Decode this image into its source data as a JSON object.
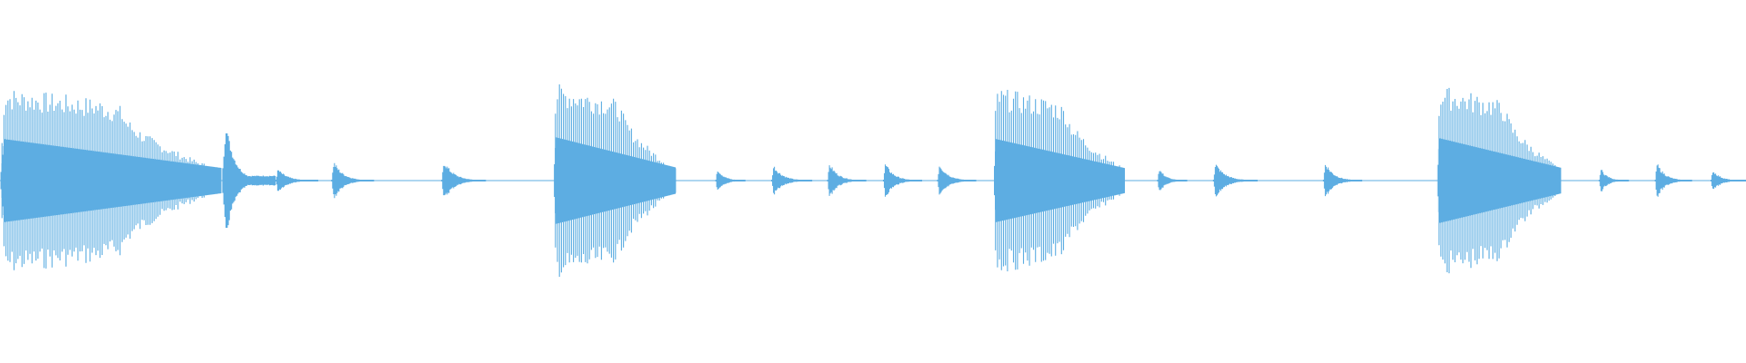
{
  "waveform": {
    "color": "#5dade2",
    "background": "#ffffff",
    "segments": [
      {
        "type": "burst",
        "start": 0.0,
        "end": 0.127,
        "amp": 0.92,
        "end_amp": 0.1
      },
      {
        "type": "spike",
        "start": 0.127,
        "end": 0.158,
        "amp": 0.58,
        "tail_amp": 0.05
      },
      {
        "type": "hit",
        "start": 0.158,
        "end": 0.182,
        "amp": 0.12
      },
      {
        "type": "hit",
        "start": 0.19,
        "end": 0.214,
        "amp": 0.2
      },
      {
        "type": "hit",
        "start": 0.253,
        "end": 0.278,
        "amp": 0.21
      },
      {
        "type": "burst",
        "start": 0.317,
        "end": 0.387,
        "amp": 0.96,
        "end_amp": 0.12
      },
      {
        "type": "hit",
        "start": 0.41,
        "end": 0.427,
        "amp": 0.13
      },
      {
        "type": "hit",
        "start": 0.442,
        "end": 0.465,
        "amp": 0.16
      },
      {
        "type": "hit",
        "start": 0.474,
        "end": 0.496,
        "amp": 0.18
      },
      {
        "type": "hit",
        "start": 0.506,
        "end": 0.528,
        "amp": 0.18
      },
      {
        "type": "hit",
        "start": 0.537,
        "end": 0.559,
        "amp": 0.18
      },
      {
        "type": "burst",
        "start": 0.569,
        "end": 0.644,
        "amp": 0.92,
        "end_amp": 0.12
      },
      {
        "type": "hit",
        "start": 0.663,
        "end": 0.68,
        "amp": 0.13
      },
      {
        "type": "hit",
        "start": 0.695,
        "end": 0.72,
        "amp": 0.18
      },
      {
        "type": "hit",
        "start": 0.758,
        "end": 0.78,
        "amp": 0.19
      },
      {
        "type": "burst",
        "start": 0.823,
        "end": 0.894,
        "amp": 0.94,
        "end_amp": 0.12
      },
      {
        "type": "hit",
        "start": 0.916,
        "end": 0.933,
        "amp": 0.13
      },
      {
        "type": "hit",
        "start": 0.948,
        "end": 0.969,
        "amp": 0.18
      },
      {
        "type": "hit",
        "start": 0.98,
        "end": 1.0,
        "amp": 0.11
      }
    ]
  }
}
